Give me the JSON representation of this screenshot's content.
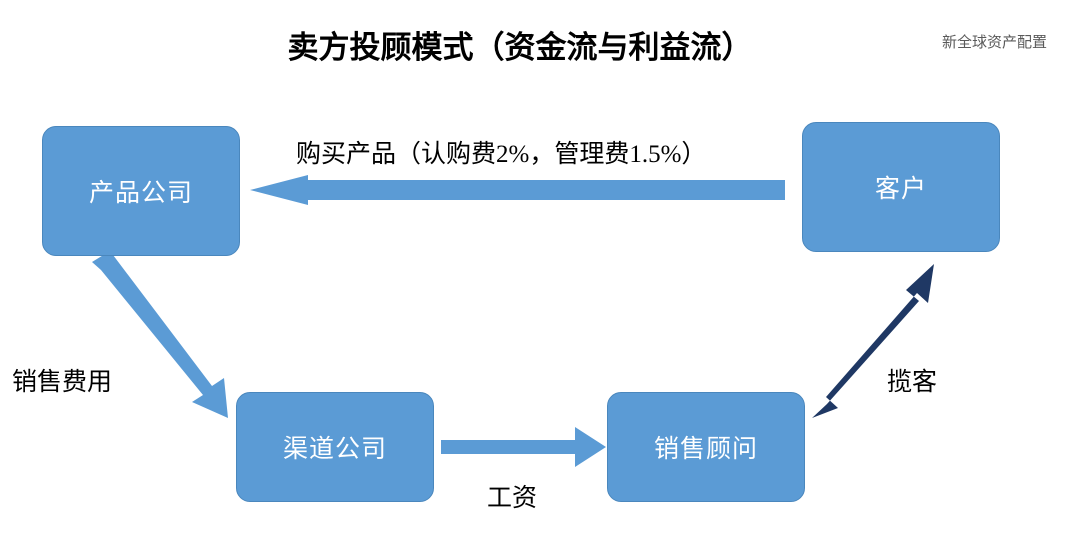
{
  "header": {
    "title": "卖方投顾模式（资金流与利益流）",
    "watermark": "新全球资产配置"
  },
  "diagram": {
    "type": "flow-diagram",
    "nodes": [
      {
        "id": "product",
        "label": "产品公司",
        "fill": "#5B9BD5",
        "text_color": "#FFFFFF"
      },
      {
        "id": "customer",
        "label": "客户",
        "fill": "#5B9BD5",
        "text_color": "#FFFFFF"
      },
      {
        "id": "channel",
        "label": "渠道公司",
        "fill": "#5B9BD5",
        "text_color": "#FFFFFF"
      },
      {
        "id": "advisor",
        "label": "销售顾问",
        "fill": "#5B9BD5",
        "text_color": "#FFFFFF"
      }
    ],
    "edges": [
      {
        "id": "purchase",
        "from": "customer",
        "to": "product",
        "label": "购买产品（认购费2%，管理费1.5%）",
        "color": "#5B9BD5",
        "direction": "right-to-left"
      },
      {
        "id": "salescost",
        "from": "product",
        "to": "channel",
        "label": "销售费用",
        "color": "#5B9BD5",
        "direction": "diagonal-down-right"
      },
      {
        "id": "salary",
        "from": "channel",
        "to": "advisor",
        "label": "工资",
        "color": "#5B9BD5",
        "direction": "left-to-right"
      },
      {
        "id": "acquire",
        "from": "advisor",
        "to": "customer",
        "label": "揽客",
        "color": "#1F3864",
        "direction": "diagonal-up-right"
      }
    ],
    "colors": {
      "node_fill": "#5B9BD5",
      "node_border": "#4A87BD",
      "arrow_blue": "#5B9BD5",
      "arrow_navy": "#1F3864",
      "background": "#FFFFFF",
      "title_color": "#000000"
    }
  }
}
